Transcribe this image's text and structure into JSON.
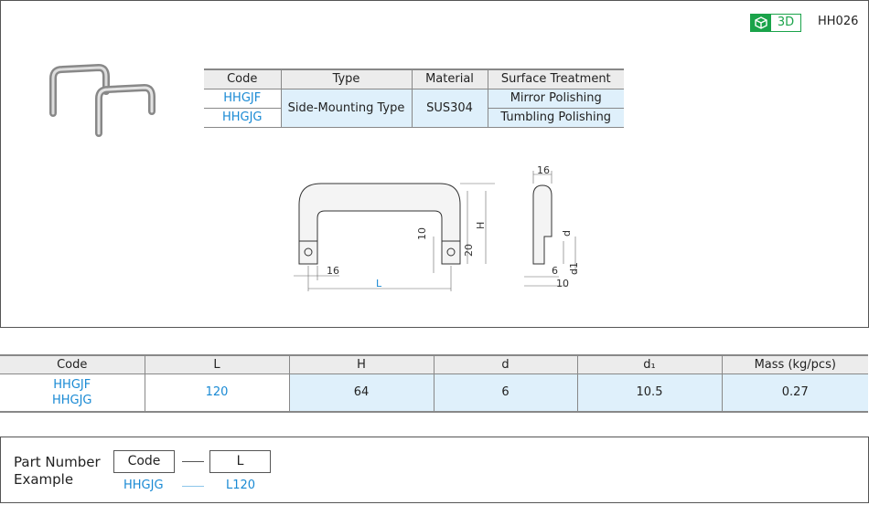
{
  "header": {
    "badge_label": "3D",
    "badge_icon": "cube-icon",
    "model_code": "HH026",
    "accent": "#1aa34a"
  },
  "spec_table": {
    "headers": [
      "Code",
      "Type",
      "Material",
      "Surface Treatment"
    ],
    "rows": [
      {
        "code": "HHGJF",
        "type": "Side-Mounting Type",
        "material": "SUS304",
        "surface": "Mirror Polishing"
      },
      {
        "code": "HHGJG",
        "surface": "Tumbling Polishing"
      }
    ]
  },
  "drawing": {
    "dim_16_top": "16",
    "dim_H": "H",
    "dim_10": "10",
    "dim_20": "20",
    "dim_16": "16",
    "dim_L": "L",
    "dim_d": "d",
    "dim_d1": "d1",
    "dim_6": "6",
    "dim_10_side": "10"
  },
  "dimension_table": {
    "headers": [
      "Code",
      "L",
      "H",
      "d",
      "d₁",
      "Mass (kg/pcs)"
    ],
    "row": {
      "codes": [
        "HHGJF",
        "HHGJG"
      ],
      "L": "120",
      "H": "64",
      "d": "6",
      "d1": "10.5",
      "mass": "0.27"
    }
  },
  "part_number": {
    "label_line1": "Part Number",
    "label_line2": "Example",
    "box_code": "Code",
    "box_L": "L",
    "example_code": "HHGJG",
    "example_L": "L120"
  }
}
